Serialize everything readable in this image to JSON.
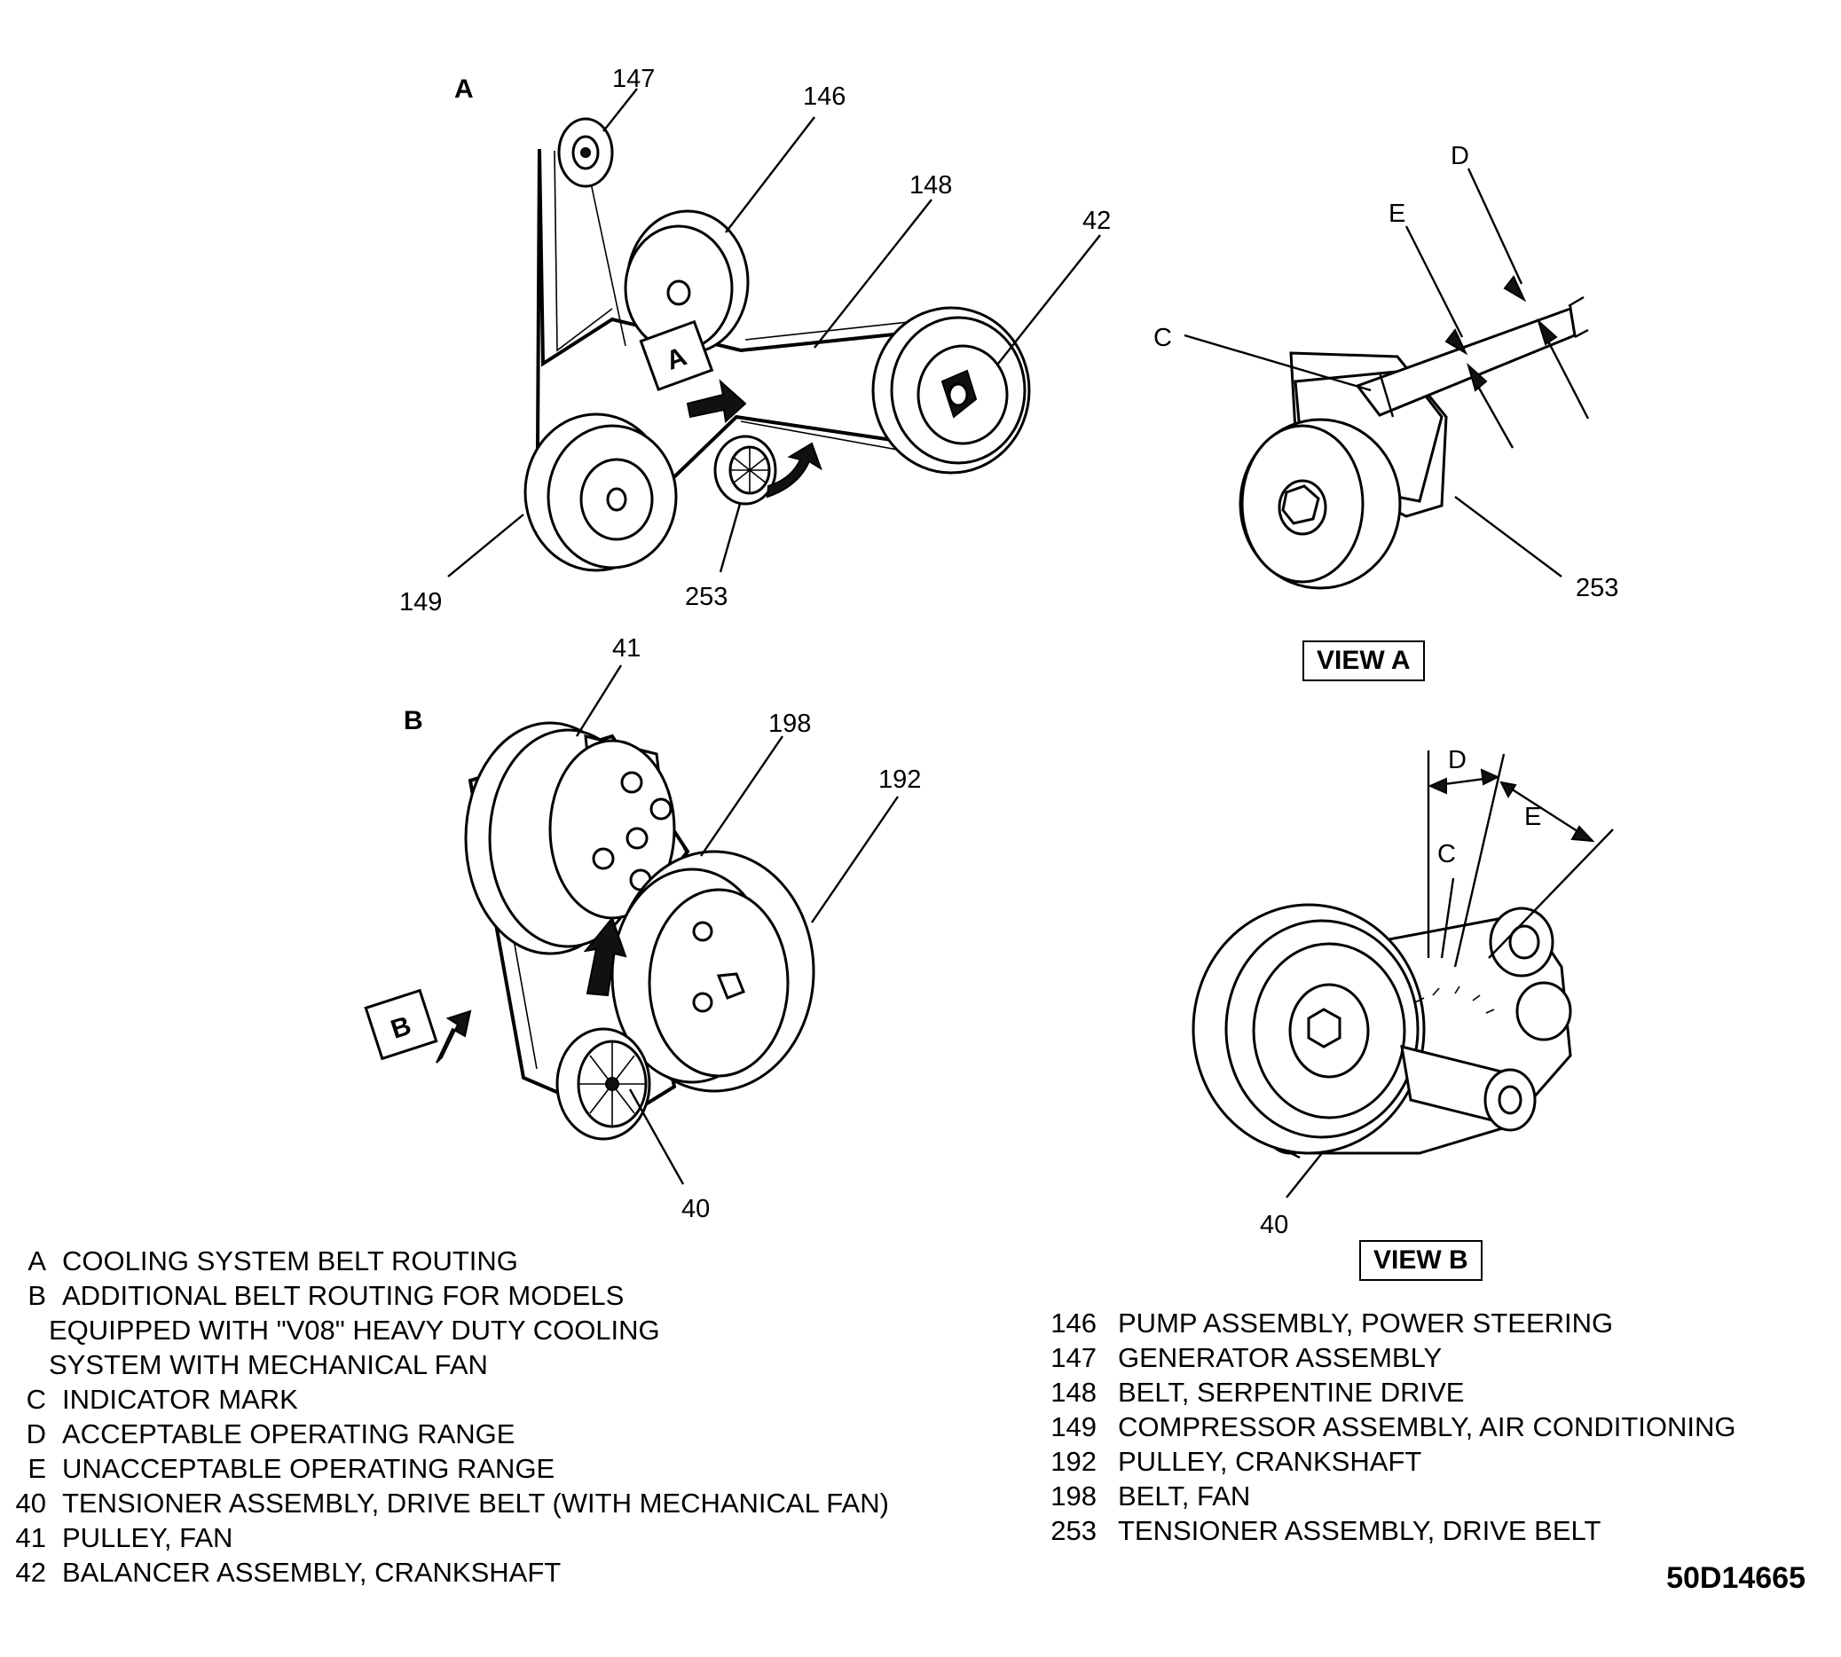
{
  "sections": {
    "a": "A",
    "b": "B"
  },
  "callouts": {
    "c147": "147",
    "c146": "146",
    "c148": "148",
    "c42": "42",
    "c149": "149",
    "c253": "253",
    "c41": "41",
    "c198": "198",
    "c192": "192",
    "c40": "40",
    "va_d": "D",
    "va_e": "E",
    "va_c": "C",
    "va_253": "253",
    "vb_d": "D",
    "vb_e": "E",
    "vb_c": "C",
    "vb_40": "40"
  },
  "arrow_tags": {
    "a": "A",
    "b": "B"
  },
  "views": {
    "a": "VIEW A",
    "b": "VIEW B"
  },
  "legend_left": [
    {
      "key": "A",
      "text": "COOLING SYSTEM BELT ROUTING"
    },
    {
      "key": "B",
      "text": "ADDITIONAL BELT ROUTING FOR MODELS"
    },
    {
      "key": "",
      "text": "EQUIPPED WITH \"V08\" HEAVY DUTY COOLING"
    },
    {
      "key": "",
      "text": "SYSTEM WITH MECHANICAL FAN"
    },
    {
      "key": "C",
      "text": "INDICATOR MARK"
    },
    {
      "key": "D",
      "text": "ACCEPTABLE OPERATING RANGE"
    },
    {
      "key": "E",
      "text": "UNACCEPTABLE OPERATING RANGE"
    },
    {
      "key": "40",
      "text": "TENSIONER ASSEMBLY, DRIVE BELT (WITH MECHANICAL FAN)"
    },
    {
      "key": "41",
      "text": "PULLEY, FAN"
    },
    {
      "key": "42",
      "text": "BALANCER ASSEMBLY, CRANKSHAFT"
    }
  ],
  "legend_right": [
    {
      "key": "146",
      "text": "PUMP ASSEMBLY, POWER STEERING"
    },
    {
      "key": "147",
      "text": "GENERATOR ASSEMBLY"
    },
    {
      "key": "148",
      "text": "BELT, SERPENTINE DRIVE"
    },
    {
      "key": "149",
      "text": "COMPRESSOR ASSEMBLY, AIR CONDITIONING"
    },
    {
      "key": "192",
      "text": "PULLEY, CRANKSHAFT"
    },
    {
      "key": "198",
      "text": "BELT, FAN"
    },
    {
      "key": "253",
      "text": "TENSIONER ASSEMBLY, DRIVE BELT"
    }
  ],
  "figure_id": "50D14665"
}
